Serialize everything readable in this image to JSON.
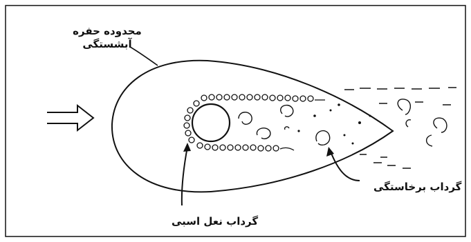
{
  "labels": {
    "scour_boundary_line1": "محدوده حفره",
    "scour_boundary_line2": "آبشستگی",
    "wake_vortex": "گرداب برخاستگی",
    "horseshoe_vortex": "گرداب نعل اسبی"
  },
  "colors": {
    "ink": "#111111",
    "background": "#ffffff"
  },
  "icons": {
    "flow": "double-arrow-icon"
  }
}
